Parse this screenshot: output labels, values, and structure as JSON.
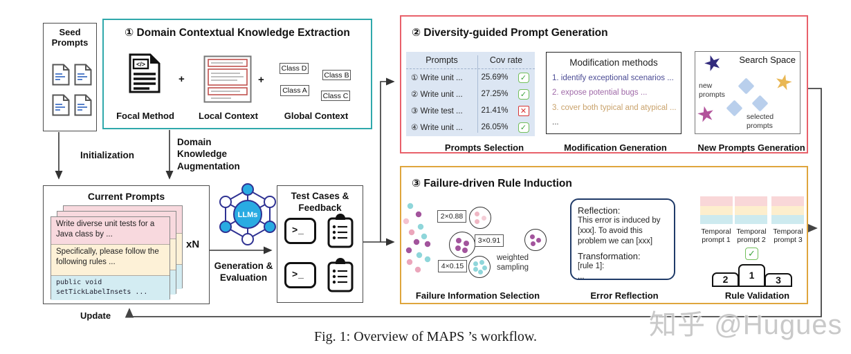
{
  "colors": {
    "teal_border": "#2fa8ab",
    "red_border": "#e8606a",
    "orange_border": "#dfa53d",
    "table_bg": "#dce6f3",
    "pass_green": "#3fa33f",
    "fail_red": "#d63333",
    "llm_cyan": "#29abe2",
    "llm_edge_navy": "#2e3192",
    "star_navy": "#322b7d",
    "star_gold": "#e9b754",
    "star_magenta": "#b2539b",
    "diamond_blue": "#b9cfec",
    "dot_pink": "#f2b9c7",
    "dot_teal": "#8fd6da",
    "dot_purple": "#a2549c",
    "card_pink": "#f8d9de",
    "card_cream": "#fdf1d7",
    "card_blue": "#d3ecf2",
    "reflection_border": "#1f3a68"
  },
  "seed_prompts": {
    "title": "Seed\nPrompts"
  },
  "knowledge_extraction": {
    "title": "① Domain Contextual Knowledge Extraction",
    "plus": "+",
    "focal_icon_glyph": "</>",
    "focal_method_label": "Focal Method",
    "local_context_label": "Local Context",
    "global_context_label": "Global Context",
    "class_d": "Class D",
    "class_a": "Class A",
    "class_b": "Class B",
    "class_c": "Class C"
  },
  "prompt_generation": {
    "title": "② Diversity-guided Prompt Generation",
    "table": {
      "header_prompts": "Prompts",
      "header_cov": "Cov rate",
      "rows": [
        {
          "prompt": "① Write unit ...",
          "cov_rate": "25.69%",
          "status": "pass",
          "mark": "✓"
        },
        {
          "prompt": "② Write unit ...",
          "cov_rate": "27.25%",
          "status": "pass",
          "mark": "✓"
        },
        {
          "prompt": "③ Write test ...",
          "cov_rate": "21.41%",
          "status": "fail",
          "mark": "✕"
        },
        {
          "prompt": "④ Write unit ...",
          "cov_rate": "26.05%",
          "status": "pass",
          "mark": "✓"
        }
      ]
    },
    "prompts_selection_label": "Prompts Selection",
    "modification": {
      "title": "Modification methods",
      "items": [
        {
          "text": "1. identify exceptional scenarios ...",
          "color": "#4b4b94"
        },
        {
          "text": "2. expose potential bugs ...",
          "color": "#a06aa8"
        },
        {
          "text": "3. cover both typical and atypical ...",
          "color": "#c9a26b"
        },
        {
          "text": "...",
          "color": "#444444"
        }
      ]
    },
    "modification_generation_label": "Modification Generation",
    "search_space": {
      "title": "Search Space",
      "star_glyph": "★",
      "new_prompts_label": "new\nprompts",
      "selected_prompts_label": "selected\nprompts"
    },
    "new_prompts_generation_label": "New Prompts Generation"
  },
  "rule_induction": {
    "title": "③ Failure-driven Rule Induction",
    "cluster_weights": [
      "2×0.88",
      "3×0.91",
      "4×0.15"
    ],
    "weighted_sampling_label": "weighted\nsampling",
    "failure_selection_label": "Failure Information Selection",
    "reflection": {
      "heading": "Reflection:",
      "body": "This error is induced by\n[xxx]. To avoid this\nproblem we can [xxx]",
      "transformation_heading": "Transformation:",
      "rule_line": "[rule 1]:",
      "ellipsis": "..."
    },
    "error_reflection_label": "Error Reflection",
    "temporal_prompts": [
      "Temporal prompt 1",
      "Temporal prompt 2",
      "Temporal prompt 3"
    ],
    "check_mark": "✓",
    "podium": [
      "2",
      "1",
      "3"
    ],
    "rule_validation_label": "Rule Validation"
  },
  "current_prompts": {
    "title": "Current Prompts",
    "card_sections": [
      {
        "text": "Write diverse unit tests for a\nJava class by  ..."
      },
      {
        "text": "Specifically, please follow the\nfollowing rules   ..."
      },
      {
        "text": "public void\nsetTickLabelInsets ..."
      }
    ],
    "xn_label": "xN"
  },
  "llm": {
    "label": "LLMs"
  },
  "generation_evaluation_label": "Generation &\nEvaluation",
  "test_cases": {
    "title": "Test Cases &\nFeedback",
    "terminal_glyph": ">_"
  },
  "edge_labels": {
    "initialization": "Initialization",
    "domain_knowledge": "Domain\nKnowledge\nAugmentation",
    "update": "Update"
  },
  "caption": "Fig. 1: Overview of MAPS ’s workflow.",
  "watermark": "知乎 @Hugues"
}
